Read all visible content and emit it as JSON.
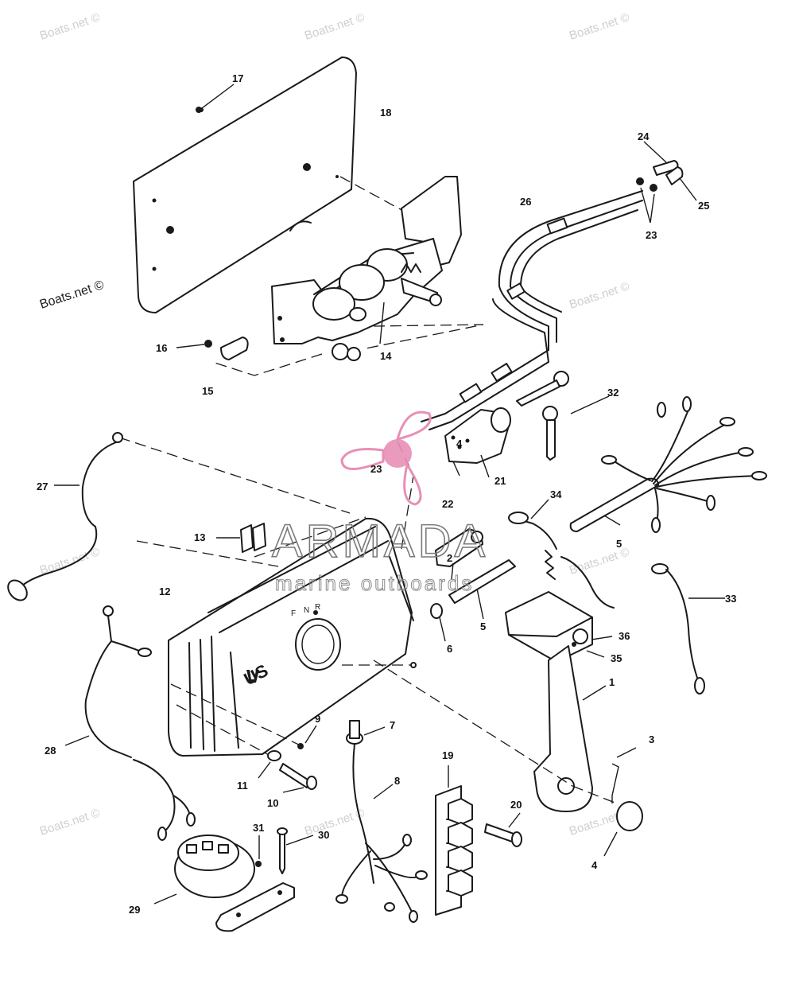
{
  "watermarks": {
    "site": "Boats.net ©",
    "brand_main": "ARMADA",
    "brand_sub": "marine outboards"
  },
  "body_marks": {
    "logo": "US",
    "shift_f": "F",
    "shift_n": "N",
    "shift_r": "R"
  },
  "callouts": {
    "c1": "1",
    "c2": "2",
    "c3": "3",
    "c4": "4",
    "c4b": "4",
    "c5a": "5",
    "c5b": "5",
    "c6": "6",
    "c7": "7",
    "c8": "8",
    "c9": "9",
    "c10": "10",
    "c11": "11",
    "c12": "12",
    "c13": "13",
    "c14": "14",
    "c15": "15",
    "c16": "16",
    "c17": "17",
    "c18": "18",
    "c19": "19",
    "c20": "20",
    "c21": "21",
    "c22": "22",
    "c23a": "23",
    "c23b": "23",
    "c24": "24",
    "c25": "25",
    "c26": "26",
    "c27": "27",
    "c28": "28",
    "c29": "29",
    "c30": "30",
    "c31": "31",
    "c32": "32",
    "c33": "33",
    "c34": "34",
    "c35": "35",
    "c36": "36"
  },
  "colors": {
    "line": "#1a1a1a",
    "watermark": "#cfcfcf",
    "brand_pink": "#e88fb6"
  }
}
